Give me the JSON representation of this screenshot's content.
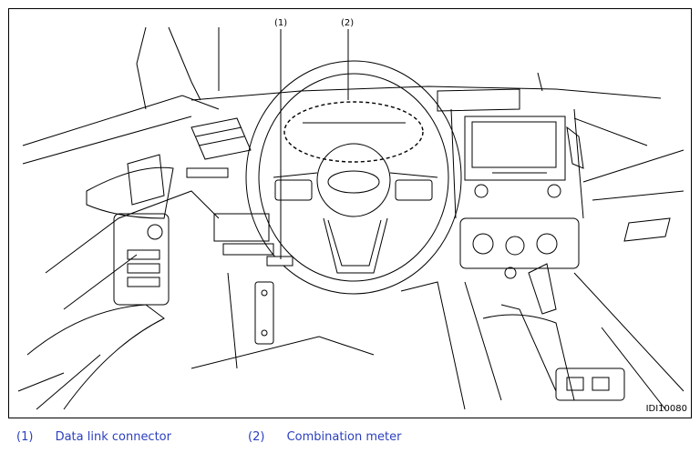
{
  "figure": {
    "id_label": "IDI10080",
    "callouts": [
      {
        "number": "(1)",
        "label": "Data link connector"
      },
      {
        "number": "(2)",
        "label": "Combination meter"
      }
    ]
  },
  "colors": {
    "line": "#000000",
    "legend_text": "#2b3fbf"
  }
}
